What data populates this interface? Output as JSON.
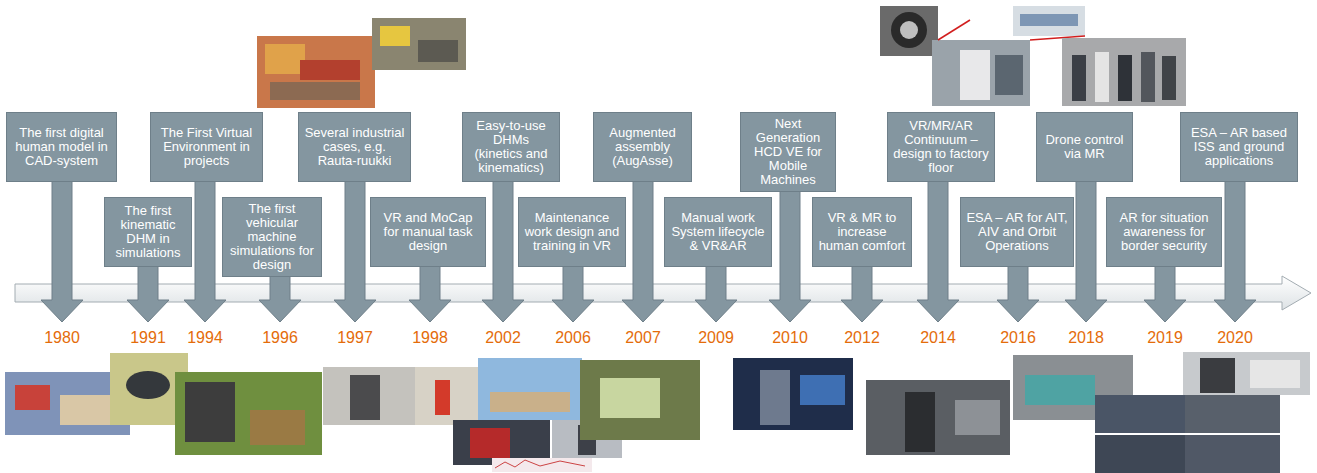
{
  "diagram": {
    "nodes": [
      {
        "text": [
          "The first digital human model in CAD-system"
        ]
      },
      {
        "text": [
          "The first kinematic DHM in simulations"
        ]
      },
      {
        "text": [
          "The First Virtual Environment in projects"
        ]
      },
      {
        "text": [
          "The first vehicular machine simulations for design"
        ]
      },
      {
        "text": [
          "Several industrial cases, e.g. Rauta-ruukki"
        ]
      },
      {
        "text": [
          "VR and MoCap for manual task design"
        ]
      },
      {
        "text": [
          "Easy-to-use DHMs (kinetics and kinematics)"
        ]
      },
      {
        "text": [
          "Maintenance work design and training in VR"
        ]
      },
      {
        "text": [
          "Augmented assembly (AugAsse)"
        ]
      },
      {
        "text": [
          "Manual work System lifecycle & VR&AR"
        ]
      },
      {
        "text": [
          "Next Generation HCD VE for Mobile Machines"
        ]
      },
      {
        "text": [
          "VR & MR to increase human comfort"
        ]
      },
      {
        "text": [
          "VR/MR/AR Continuum – design to factory floor"
        ]
      },
      {
        "text": [
          "ESA – AR for AIT, AIV and Orbit Operations"
        ]
      },
      {
        "text": [
          "Drone control via MR"
        ]
      },
      {
        "text": [
          "AR for situation awareness for border security"
        ]
      },
      {
        "text": [
          "ESA – AR based ISS and ground applications"
        ]
      }
    ],
    "labels": [
      "1980",
      "1991",
      "1994",
      "1996",
      "1997",
      "1998",
      "2002",
      "2006",
      "2007",
      "2009",
      "2010",
      "2012",
      "2014",
      "2016",
      "2018",
      "2019",
      "2020"
    ]
  }
}
